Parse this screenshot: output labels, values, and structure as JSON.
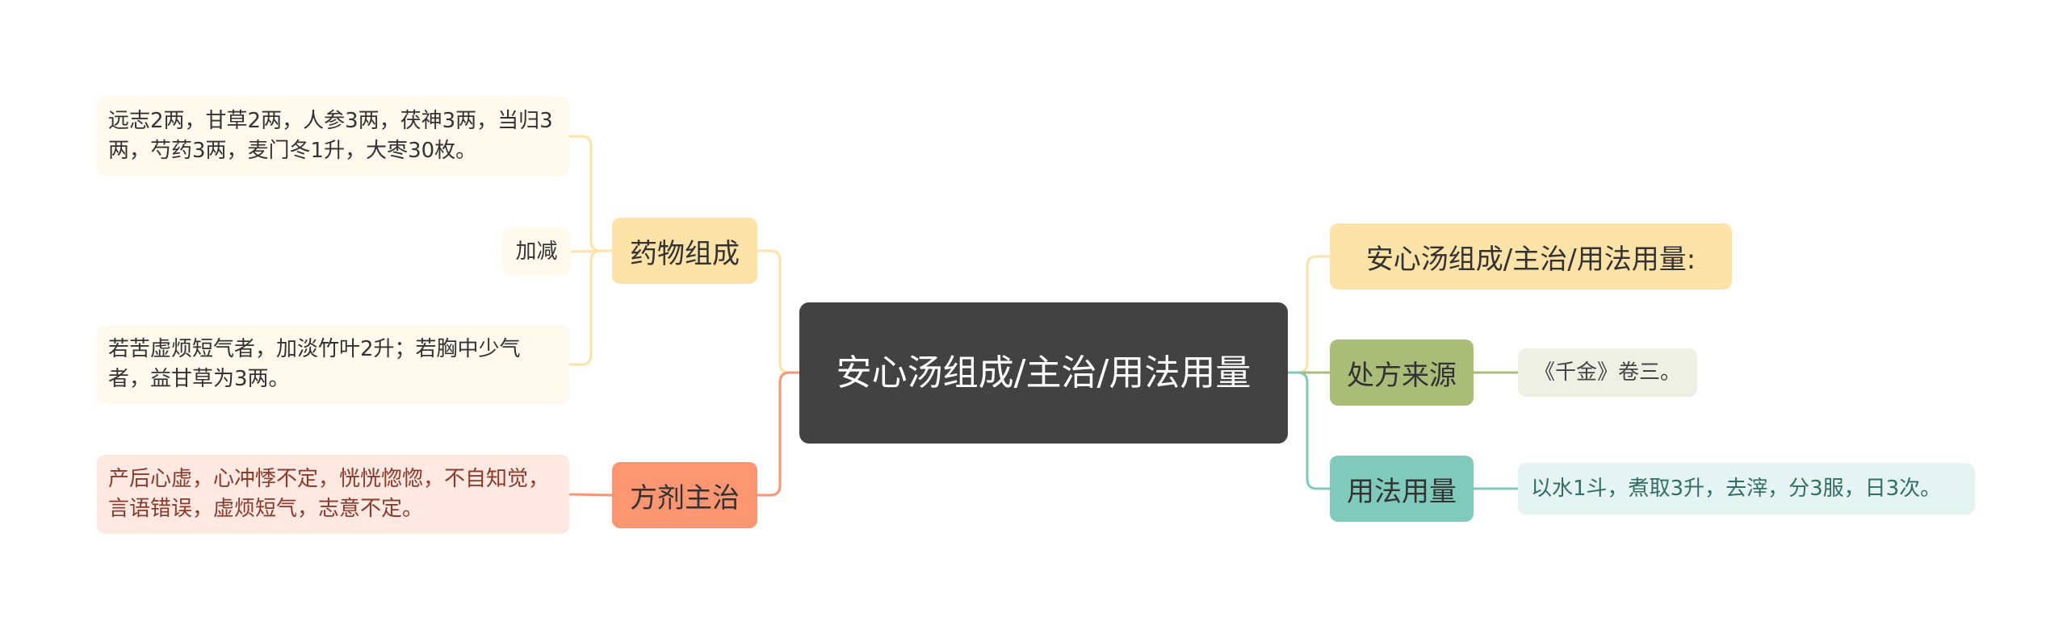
{
  "colors": {
    "center_bg": "#424242",
    "yellow": "#fde3a7",
    "orange": "#fb9572",
    "green": "#a9bd78",
    "teal": "#80cabc",
    "link_yellow": "#fde3a7",
    "link_orange": "#fb9572",
    "link_green": "#a9bd78",
    "link_teal": "#80cabc"
  },
  "center": {
    "label": "安心汤组成/主治/用法用量"
  },
  "left": {
    "yaowu": {
      "label": "药物组成",
      "leaf_ingredients": "远志2两，甘草2两，人参3两，茯神3两，当归3两，芍药3两，麦门冬1升，大枣30枚。",
      "leaf_jiajian": "加减",
      "leaf_modification": "若苦虚烦短气者，加淡竹叶2升；若胸中少气者，益甘草为3两。"
    },
    "fangji": {
      "label": "方剂主治",
      "leaf_indication": "产后心虚，心冲悸不定，恍恍惚惚，不自知觉，言语错误，虚烦短气，志意不定。"
    }
  },
  "right": {
    "title": {
      "label": "安心汤组成/主治/用法用量:"
    },
    "source": {
      "label": "处方来源",
      "leaf": "《千金》卷三。"
    },
    "usage": {
      "label": "用法用量",
      "leaf": "以水1斗，煮取3升，去滓，分3服，日3次。"
    }
  }
}
